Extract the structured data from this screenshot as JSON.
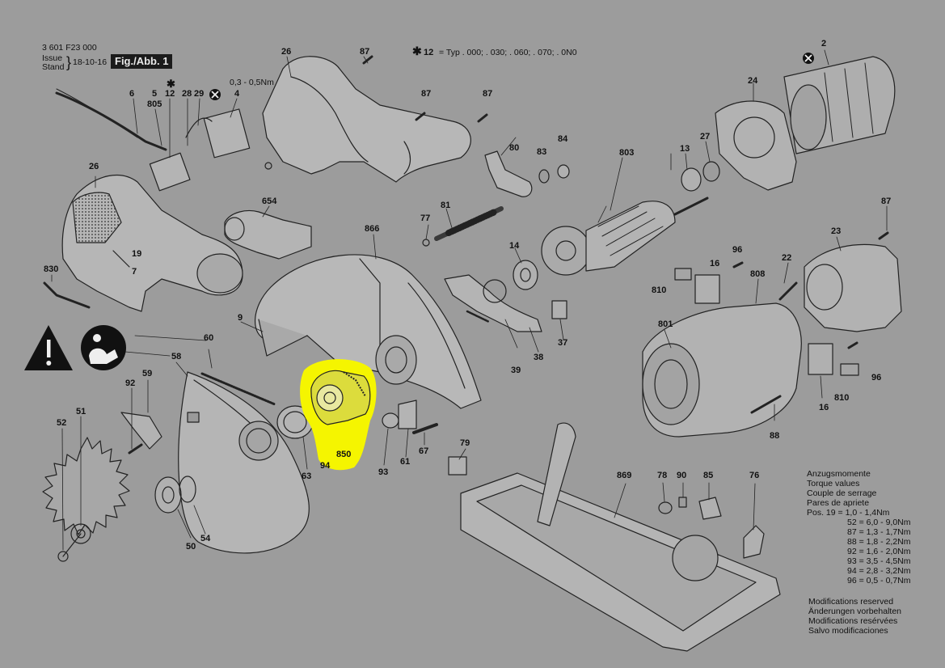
{
  "header": {
    "doc_number": "3 601 F23 000",
    "issue_label": "Issue",
    "stand_label": "Stand",
    "issue_date": "18-10-16",
    "figure_label": "Fig./Abb. 1"
  },
  "type_note": {
    "marker": "✱12",
    "text": "= Typ . 000; . 030; . 060; . 070; . 0N0"
  },
  "torque_note_top": "0,3 - 0,5Nm",
  "torque_table": {
    "titles": [
      "Anzugsmomente",
      "Torque values",
      "Couple de serrage",
      "Pares de apriete"
    ],
    "rows": [
      "Pos. 19  = 1,0 - 1,4Nm",
      "52  = 6,0 - 9,0Nm",
      "87  = 1,3 - 1,7Nm",
      "88  = 1,8 - 2,2Nm",
      "92  = 1,6 - 2,0Nm",
      "93  = 3,5 - 4,5Nm",
      "94  = 2,8 - 3,2Nm",
      "96  = 0,5 - 0,7Nm"
    ]
  },
  "modifications": [
    "Modifications reserved",
    "Änderungen vorbehalten",
    "Modifications resérvées",
    "Salvo modificaciones"
  ],
  "highlight": {
    "part": "850",
    "color": "#f5f500"
  },
  "part_numbers": {
    "p6": "6",
    "p5": "5",
    "p805": "805",
    "p12": "12",
    "p28": "28",
    "p29": "29",
    "p4": "4",
    "p26a": "26",
    "p87a": "87",
    "p87b": "87",
    "p87c": "87",
    "p2": "2",
    "p24": "24",
    "p80": "80",
    "p83": "83",
    "p84": "84",
    "p803": "803",
    "p13": "13",
    "p27": "27",
    "p26b": "26",
    "p654": "654",
    "p77": "77",
    "p81": "81",
    "p866": "866",
    "p87d": "87",
    "p830": "830",
    "p19": "19",
    "p7": "7",
    "p14": "14",
    "p96a": "96",
    "p16a": "16",
    "p22": "22",
    "p23": "23",
    "p810a": "810",
    "p808": "808",
    "p9": "9",
    "p37": "37",
    "p801": "801",
    "p60": "60",
    "p58": "58",
    "p38": "38",
    "p39": "39",
    "p96b": "96",
    "p810b": "810",
    "p16b": "16",
    "p88": "88",
    "p92": "92",
    "p59": "59",
    "p52": "52",
    "p51": "51",
    "p63": "63",
    "p94": "94",
    "p850": "850",
    "p93": "93",
    "p61": "61",
    "p67": "67",
    "p79": "79",
    "p869": "869",
    "p78": "78",
    "p90": "90",
    "p85": "85",
    "p76": "76",
    "p50": "50",
    "p54": "54"
  },
  "icons": [
    "warning-icon",
    "read-manual-icon",
    "asterisk-icon",
    "cross-circle-icon"
  ]
}
